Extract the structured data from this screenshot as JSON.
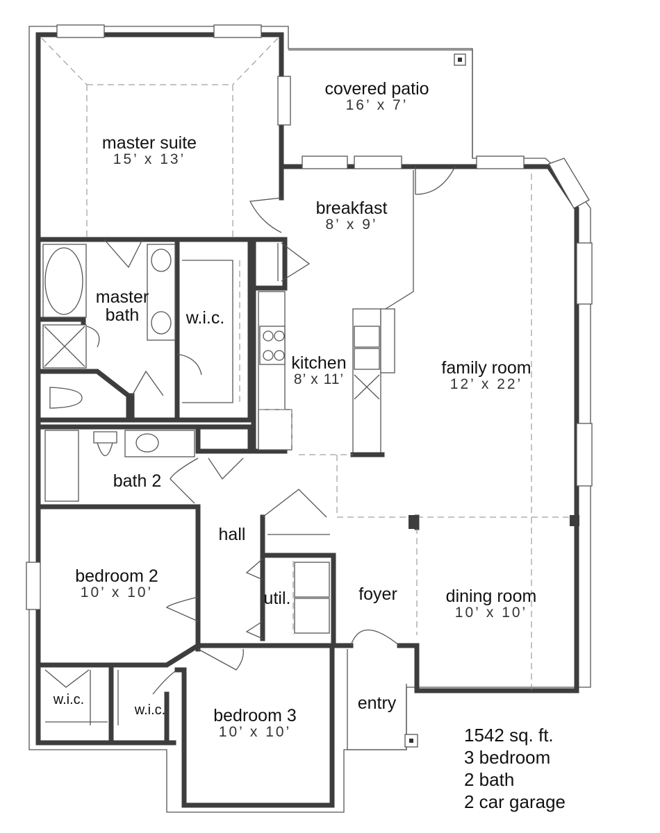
{
  "rooms": {
    "master_suite": {
      "name": "master suite",
      "dims": "15’ x 13’"
    },
    "covered_patio": {
      "name": "covered patio",
      "dims": "16’ x 7’"
    },
    "breakfast": {
      "name": "breakfast",
      "dims": "8’ x 9’"
    },
    "master_bath": {
      "name": "master\nbath"
    },
    "master_wic": {
      "name": "w.i.c."
    },
    "kitchen": {
      "name": "kitchen",
      "dims": "8’ x 11’"
    },
    "family_room": {
      "name": "family room",
      "dims": "12’ x 22’"
    },
    "bath2": {
      "name": "bath 2"
    },
    "hall": {
      "name": "hall"
    },
    "bedroom2": {
      "name": "bedroom 2",
      "dims": "10’ x 10’"
    },
    "util": {
      "name": "util."
    },
    "foyer": {
      "name": "foyer"
    },
    "dining_room": {
      "name": "dining room",
      "dims": "10’ x 10’"
    },
    "wic_bed2": {
      "name": "w.i.c."
    },
    "wic_bed3": {
      "name": "w.i.c."
    },
    "bedroom3": {
      "name": "bedroom 3",
      "dims": "10’ x 10’"
    },
    "entry": {
      "name": "entry"
    }
  },
  "stats": {
    "area": "1542 sq. ft.",
    "bedrooms": "3 bedroom",
    "baths": "2 bath",
    "garage": "2 car garage"
  }
}
